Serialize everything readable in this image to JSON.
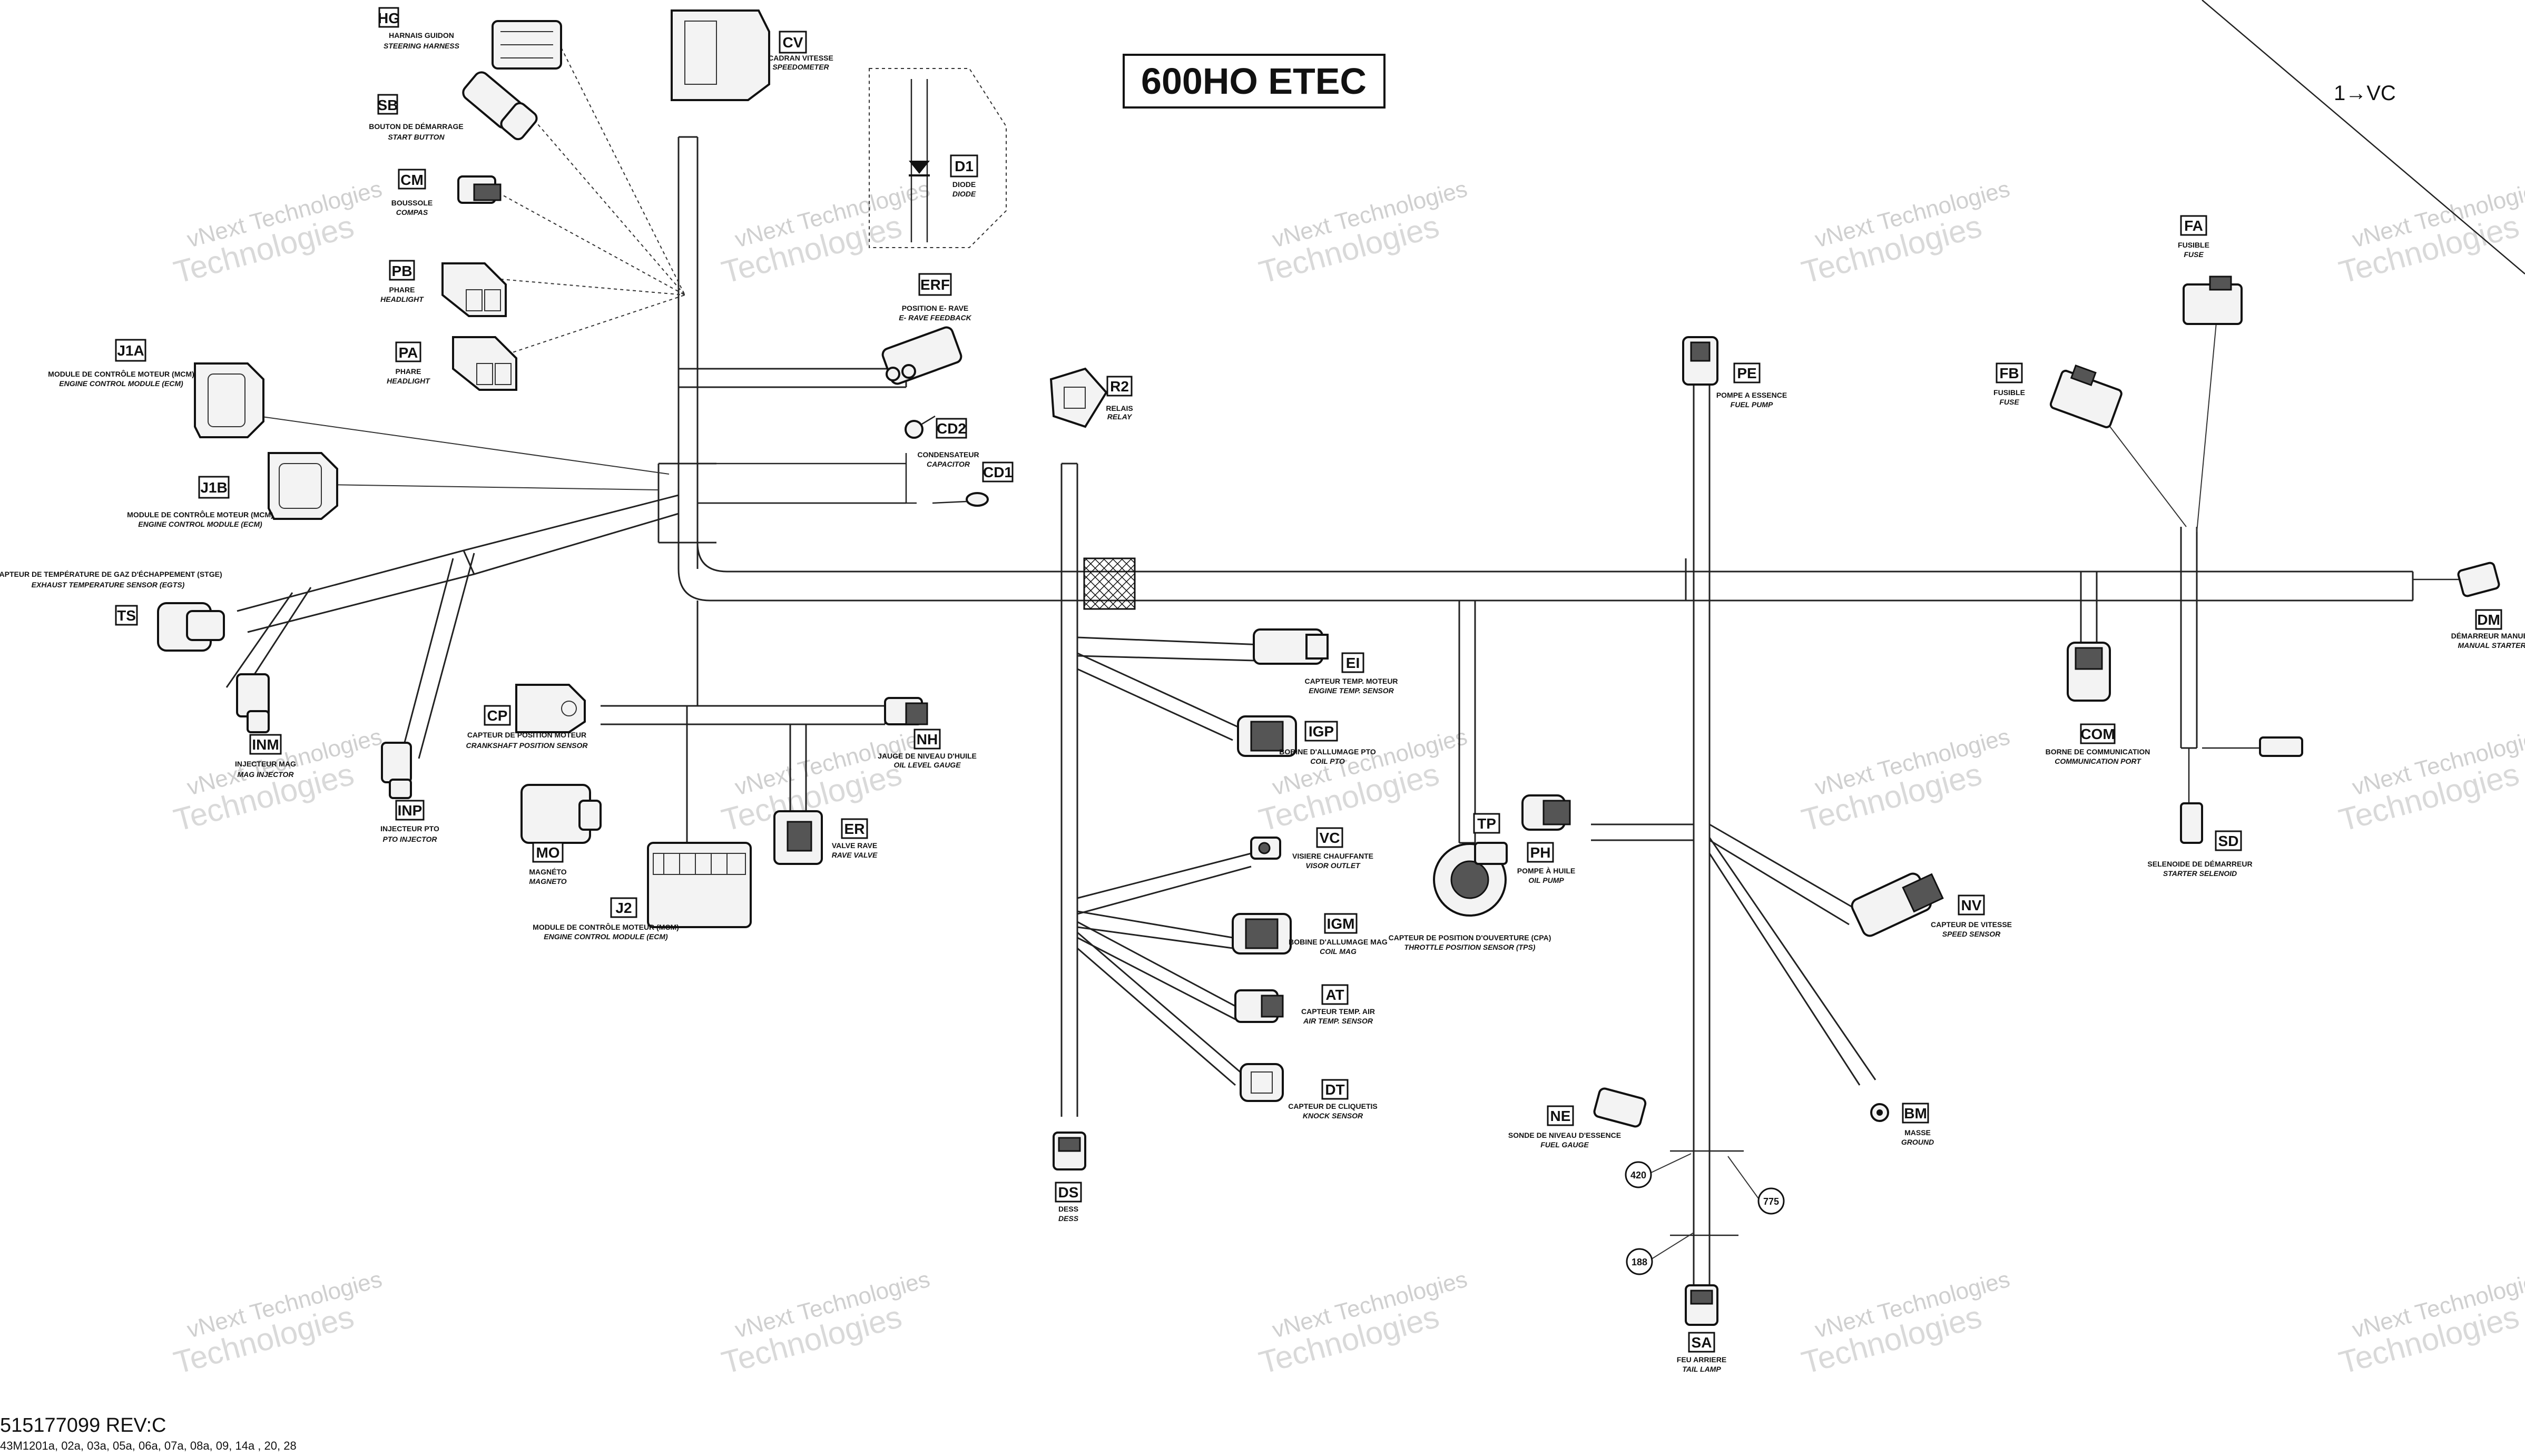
{
  "diagram": {
    "title": "600HO ETEC",
    "vc_reference": "1→VC",
    "part_number": "515177099 REV:C",
    "figure_codes": "43M1201a, 02a, 03a, 05a, 06a, 07a, 08a, 09, 14a , 20, 28",
    "watermark_line1": "vNext Technologies",
    "watermark_line2": "Technologies",
    "connectors": {
      "HG": {
        "tag": "HG",
        "fr": "HARNAIS GUIDON",
        "en": "STEERING HARNESS"
      },
      "CV": {
        "tag": "CV",
        "fr": "CADRAN VITESSE",
        "en": "SPEEDOMETER"
      },
      "SB": {
        "tag": "SB",
        "fr": "BOUTON DE DÉMARRAGE",
        "en": "START BUTTON"
      },
      "CM": {
        "tag": "CM",
        "fr": "BOUSSOLE",
        "en": "COMPAS"
      },
      "PB": {
        "tag": "PB",
        "fr": "PHARE",
        "en": "HEADLIGHT"
      },
      "PA": {
        "tag": "PA",
        "fr": "PHARE",
        "en": "HEADLIGHT"
      },
      "D1": {
        "tag": "D1",
        "fr": "DIODE",
        "en": "DIODE"
      },
      "ERF": {
        "tag": "ERF",
        "fr": "POSITION E-   RAVE",
        "en": "E-  RAVE FEEDBACK"
      },
      "J1A": {
        "tag": "J1A",
        "fr": "MODULE DE CONTRÔLE MOTEUR (MCM)",
        "en": "ENGINE CONTROL MODULE (ECM)"
      },
      "J1B": {
        "tag": "J1B",
        "fr": "MODULE DE CONTRÔLE MOTEUR (MCM)",
        "en": "ENGINE CONTROL MODULE (ECM)"
      },
      "CD2": {
        "tag": "CD2",
        "fr": "CONDENSATEUR",
        "en": "CAPACITOR"
      },
      "CD1": {
        "tag": "CD1",
        "fr": "",
        "en": ""
      },
      "R2": {
        "tag": "R2",
        "fr": "RELAIS",
        "en": "RELAY"
      },
      "TS": {
        "tag": "TS",
        "fr": "CAPTEUR DE TEMPÉRATURE DE GAZ D'ÉCHAPPEMENT (STGE)",
        "en": "EXHAUST TEMPERATURE SENSOR (EGTS)"
      },
      "INM": {
        "tag": "INM",
        "fr": "INJECTEUR MAG",
        "en": "MAG INJECTOR"
      },
      "INP": {
        "tag": "INP",
        "fr": "INJECTEUR PTO",
        "en": "PTO INJECTOR"
      },
      "CP": {
        "tag": "CP",
        "fr": "CAPTEUR DE POSITION MOTEUR",
        "en": "CRANKSHAFT POSITION SENSOR"
      },
      "NH": {
        "tag": "NH",
        "fr": "JAUGE DE NIVEAU D'HUILE",
        "en": "OIL LEVEL GAUGE"
      },
      "ER": {
        "tag": "ER",
        "fr": "VALVE RAVE",
        "en": "RAVE VALVE"
      },
      "MO": {
        "tag": "MO",
        "fr": "MAGNÉTO",
        "en": "MAGNETO"
      },
      "J2": {
        "tag": "J2",
        "fr": "MODULE DE CONTRÔLE MOTEUR (MCM)",
        "en": "ENGINE CONTROL MODULE (ECM)"
      },
      "EI": {
        "tag": "EI",
        "fr": "CAPTEUR TEMP. MOTEUR",
        "en": "ENGINE TEMP. SENSOR"
      },
      "IGP": {
        "tag": "IGP",
        "fr": "BOBINE D'ALLUMAGE PTO",
        "en": "COIL PTO"
      },
      "VC": {
        "tag": "VC",
        "fr": "VISIERE CHAUFFANTE",
        "en": "VISOR OUTLET"
      },
      "IGM": {
        "tag": "IGM",
        "fr": "BOBINE D'ALLUMAGE MAG",
        "en": "COIL MAG"
      },
      "AT": {
        "tag": "AT",
        "fr": "CAPTEUR TEMP. AIR",
        "en": "AIR TEMP. SENSOR"
      },
      "DT": {
        "tag": "DT",
        "fr": "CAPTEUR DE CLIQUETIS",
        "en": "KNOCK SENSOR"
      },
      "DS": {
        "tag": "DS",
        "fr": "DESS",
        "en": "DESS"
      },
      "PE": {
        "tag": "PE",
        "fr": "POMPE A ESSENCE",
        "en": "FUEL PUMP"
      },
      "TP": {
        "tag": "TP",
        "fr": "CAPTEUR DE POSITION D'OUVERTURE (CPA)",
        "en": "THROTTLE POSITION SENSOR (TPS)"
      },
      "PH": {
        "tag": "PH",
        "fr": "POMPE À HUILE",
        "en": "OIL PUMP"
      },
      "NV": {
        "tag": "NV",
        "fr": "CAPTEUR DE VITESSE",
        "en": "SPEED SENSOR"
      },
      "NE": {
        "tag": "NE",
        "fr": "SONDE DE NIVEAU D'ESSENCE",
        "en": "FUEL GAUGE"
      },
      "BM": {
        "tag": "BM",
        "fr": "MASSE",
        "en": "GROUND"
      },
      "SA": {
        "tag": "SA",
        "fr": "FEU ARRIERE",
        "en": "TAIL LAMP"
      },
      "FA": {
        "tag": "FA",
        "fr": "FUSIBLE",
        "en": "FUSE"
      },
      "FB": {
        "tag": "FB",
        "fr": "FUSIBLE",
        "en": "FUSE"
      },
      "COM": {
        "tag": "COM",
        "fr": "BORNE DE COMMUNICATION",
        "en": "COMMUNICATION PORT"
      },
      "SD": {
        "tag": "SD",
        "fr": "SELENOIDE DE DÉMARREUR",
        "en": "STARTER SELENOID"
      },
      "DM": {
        "tag": "DM",
        "fr": "DÉMARREUR MANUEL",
        "en": "MANUAL STARTER"
      }
    },
    "callouts": [
      "420",
      "775",
      "188"
    ]
  }
}
